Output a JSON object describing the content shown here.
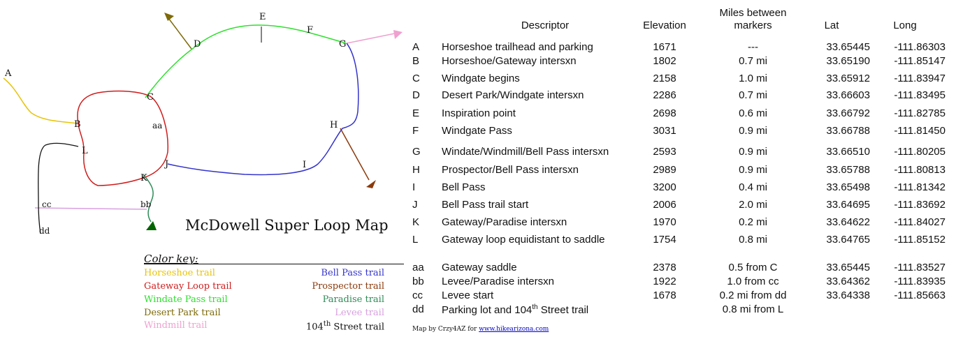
{
  "map": {
    "title": "McDowell Super Loop Map",
    "labels": {
      "A": "A",
      "B": "B",
      "C": "C",
      "D": "D",
      "E": "E",
      "F": "F",
      "G": "G",
      "H": "H",
      "I": "I",
      "J": "J",
      "K": "K",
      "L": "L",
      "aa": "aa",
      "bb": "bb",
      "cc": "cc",
      "dd": "dd"
    },
    "colors": {
      "horseshoe": "#e8c40a",
      "gateway_loop": "#d01c1c",
      "windate_pass": "#2ee02e",
      "desert_park": "#7d6a08",
      "windmill": "#f0a0d0",
      "bell_pass": "#3333cc",
      "prospector": "#8b3a0c",
      "paradise": "#2e8b57",
      "levee": "#d8a0e0",
      "street_104th": "#111111"
    }
  },
  "key": {
    "title": "Color key:",
    "left": [
      {
        "label": "Horseshoe trail",
        "color": "#e8c40a"
      },
      {
        "label": "Gateway Loop trail",
        "color": "#d01c1c"
      },
      {
        "label": "Windate Pass trail",
        "color": "#2ee02e"
      },
      {
        "label": "Desert Park trail",
        "color": "#7d6a08"
      },
      {
        "label": "Windmill trail",
        "color": "#f0a0d0"
      }
    ],
    "right": [
      {
        "label": "Bell Pass trail",
        "color": "#3333cc"
      },
      {
        "label": "Prospector trail",
        "color": "#8b3a0c"
      },
      {
        "label": "Paradise trail",
        "color": "#2e8b57"
      },
      {
        "label": "Levee trail",
        "color": "#d8a0e0"
      },
      {
        "label_pre": "104",
        "label_sup": "th",
        "label_post": " Street trail",
        "color": "#111111"
      }
    ]
  },
  "credit": {
    "text": "Map by Crzy4AZ for ",
    "link": "www.hikearizona.com"
  },
  "table": {
    "headers": {
      "descriptor": "Descriptor",
      "elevation": "Elevation",
      "miles_line1": "Miles between",
      "miles_line2": "markers",
      "lat": "Lat",
      "long": "Long"
    },
    "rows": [
      {
        "code": "A",
        "descriptor": "Horseshoe trailhead and parking",
        "elevation": "1671",
        "miles": "---",
        "lat": "33.65445",
        "long": "-111.86303"
      },
      {
        "code": "B",
        "descriptor": "Horseshoe/Gateway intersxn",
        "elevation": "1802",
        "miles": "0.7 mi",
        "lat": "33.65190",
        "long": "-111.85147"
      },
      {
        "code": "C",
        "descriptor": "Windgate begins",
        "elevation": "2158",
        "miles": "1.0 mi",
        "lat": "33.65912",
        "long": "-111.83947"
      },
      {
        "code": "D",
        "descriptor": "Desert Park/Windgate intersxn",
        "elevation": "2286",
        "miles": "0.7 mi",
        "lat": "33.66603",
        "long": "-111.83495"
      },
      {
        "code": "E",
        "descriptor": "Inspiration point",
        "elevation": "2698",
        "miles": "0.6 mi",
        "lat": "33.66792",
        "long": "-111.82785"
      },
      {
        "code": "F",
        "descriptor": "Windgate Pass",
        "elevation": "3031",
        "miles": "0.9 mi",
        "lat": "33.66788",
        "long": "-111.81450"
      },
      {
        "code": "G",
        "descriptor": "Windate/Windmill/Bell Pass intersxn",
        "elevation": "2593",
        "miles": "0.9 mi",
        "lat": "33.66510",
        "long": "-111.80205"
      },
      {
        "code": "H",
        "descriptor": "Prospector/Bell Pass intersxn",
        "elevation": "2989",
        "miles": "0.9 mi",
        "lat": "33.65788",
        "long": "-111.80813"
      },
      {
        "code": "I",
        "descriptor": "Bell Pass",
        "elevation": "3200",
        "miles": "0.4 mi",
        "lat": "33.65498",
        "long": "-111.81342"
      },
      {
        "code": "J",
        "descriptor": "Bell Pass trail start",
        "elevation": "2006",
        "miles": "2.0 mi",
        "lat": "33.64695",
        "long": "-111.83692"
      },
      {
        "code": "K",
        "descriptor": "Gateway/Paradise intersxn",
        "elevation": "1970",
        "miles": "0.2 mi",
        "lat": "33.64622",
        "long": "-111.84027"
      },
      {
        "code": "L",
        "descriptor": "Gateway loop equidistant to saddle",
        "elevation": "1754",
        "miles": "0.8 mi",
        "lat": "33.64765",
        "long": "-111.85152"
      },
      {
        "code": "aa",
        "descriptor": "Gateway saddle",
        "elevation": "2378",
        "miles": "0.5 from C",
        "lat": "33.65445",
        "long": "-111.83527"
      },
      {
        "code": "bb",
        "descriptor": "Levee/Paradise intersxn",
        "elevation": "1922",
        "miles": "1.0 from cc",
        "lat": "33.64362",
        "long": "-111.83935"
      },
      {
        "code": "cc",
        "descriptor": "Levee start",
        "elevation": "1678",
        "miles": "0.2 mi from dd",
        "lat": "33.64338",
        "long": "-111.85663"
      },
      {
        "code": "dd",
        "descriptor_pre": "Parking lot and 104",
        "descriptor_sup": "th",
        "descriptor_post": " Street trail",
        "elevation": "",
        "miles": "0.8 mi from L",
        "lat": "",
        "long": ""
      }
    ]
  }
}
